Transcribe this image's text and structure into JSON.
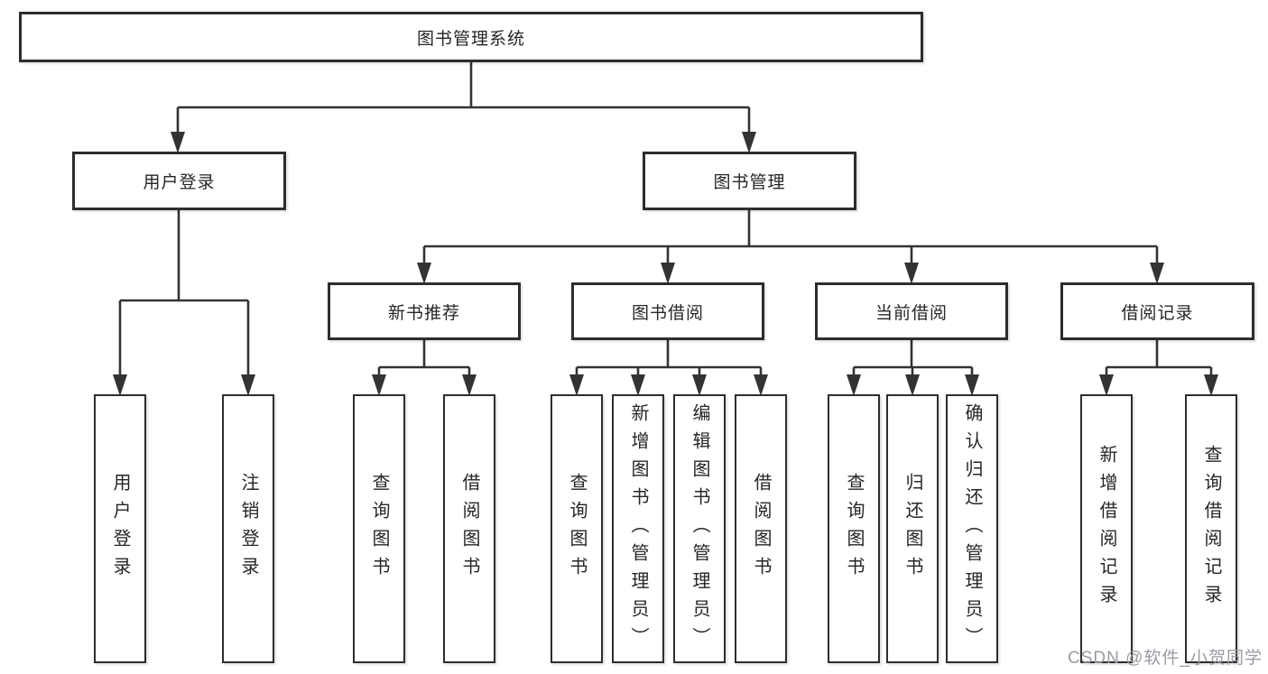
{
  "tree": {
    "root": {
      "label": "图书管理系统",
      "children": [
        {
          "label": "用户登录",
          "children": [
            {
              "label": "用户登录"
            },
            {
              "label": "注销登录"
            }
          ]
        },
        {
          "label": "图书管理",
          "children": [
            {
              "label": "新书推荐",
              "children": [
                {
                  "label": "查询图书"
                },
                {
                  "label": "借阅图书"
                }
              ]
            },
            {
              "label": "图书借阅",
              "children": [
                {
                  "label": "查询图书"
                },
                {
                  "label": "新增图书（管理员）"
                },
                {
                  "label": "编辑图书（管理员）"
                },
                {
                  "label": "借阅图书"
                }
              ]
            },
            {
              "label": "当前借阅",
              "children": [
                {
                  "label": "查询图书"
                },
                {
                  "label": "归还图书"
                },
                {
                  "label": "确认归还（管理员）"
                }
              ]
            },
            {
              "label": "借阅记录",
              "children": [
                {
                  "label": "新增借阅记录"
                },
                {
                  "label": "查询借阅记录"
                }
              ]
            }
          ]
        }
      ]
    }
  },
  "watermark": {
    "text": "CSDN @软件_小贺同学"
  },
  "colors": {
    "line": "#333333",
    "box_border": "#2d2d2d",
    "text": "#262626",
    "watermark": "#9b9ba3"
  }
}
